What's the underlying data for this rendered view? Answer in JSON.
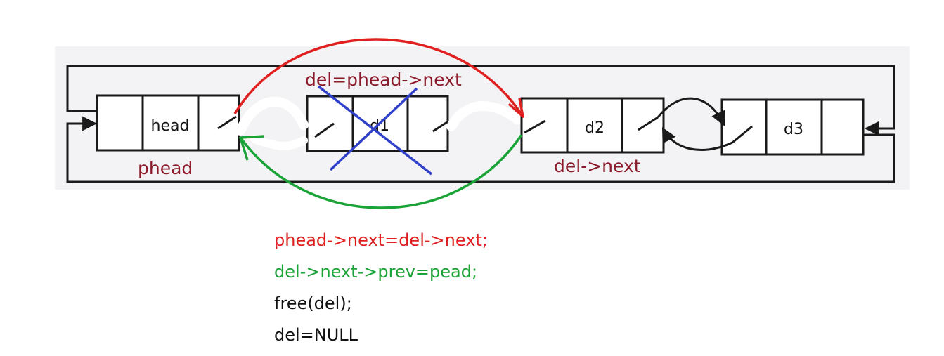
{
  "colors": {
    "panel": "#f3f3f5",
    "outline": "#1a1a1a",
    "annotation": "#8b1a2b",
    "red": "#e02020",
    "green": "#1aa336",
    "blue": "#3040c8",
    "code_default": "#111111"
  },
  "nodes": [
    {
      "id": "head",
      "label": "head"
    },
    {
      "id": "d1",
      "label": "d1",
      "crossed_out": true
    },
    {
      "id": "d2",
      "label": "d2"
    },
    {
      "id": "d3",
      "label": "d3"
    }
  ],
  "labels": {
    "top": "del=phead->next",
    "head": "phead",
    "d2": "del->next"
  },
  "code": [
    {
      "text": "phead->next=del->next;",
      "color": "#e02020"
    },
    {
      "text": "del->next->prev=pead;",
      "color": "#1aa336"
    },
    {
      "text": "free(del);",
      "color": "#111111"
    },
    {
      "text": "del=NULL",
      "color": "#111111"
    }
  ]
}
